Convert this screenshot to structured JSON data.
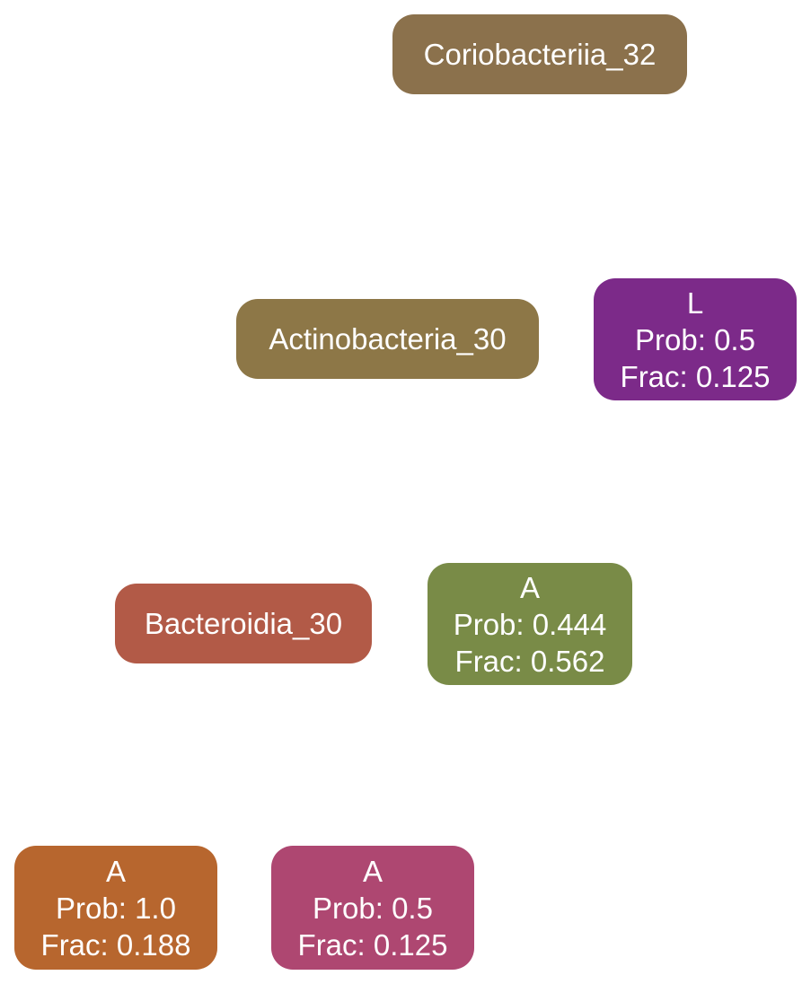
{
  "nodes": {
    "coriobacteriia": {
      "label": "Coriobacteriia_32",
      "color": "#8b714c"
    },
    "actinobacteria": {
      "label": "Actinobacteria_30",
      "color": "#8d7747"
    },
    "bacteroidia": {
      "label": "Bacteroidia_30",
      "color": "#b25a47"
    },
    "leaf_l": {
      "name": "L",
      "prob": "Prob: 0.5",
      "frac": "Frac: 0.125",
      "color": "#7c2a89"
    },
    "leaf_a1": {
      "name": "A",
      "prob": "Prob: 0.444",
      "frac": "Frac: 0.562",
      "color": "#798b47"
    },
    "leaf_a2": {
      "name": "A",
      "prob": "Prob: 1.0",
      "frac": "Frac: 0.188",
      "color": "#b7662e"
    },
    "leaf_a3": {
      "name": "A",
      "prob": "Prob: 0.5",
      "frac": "Frac: 0.125",
      "color": "#ae4771"
    }
  }
}
